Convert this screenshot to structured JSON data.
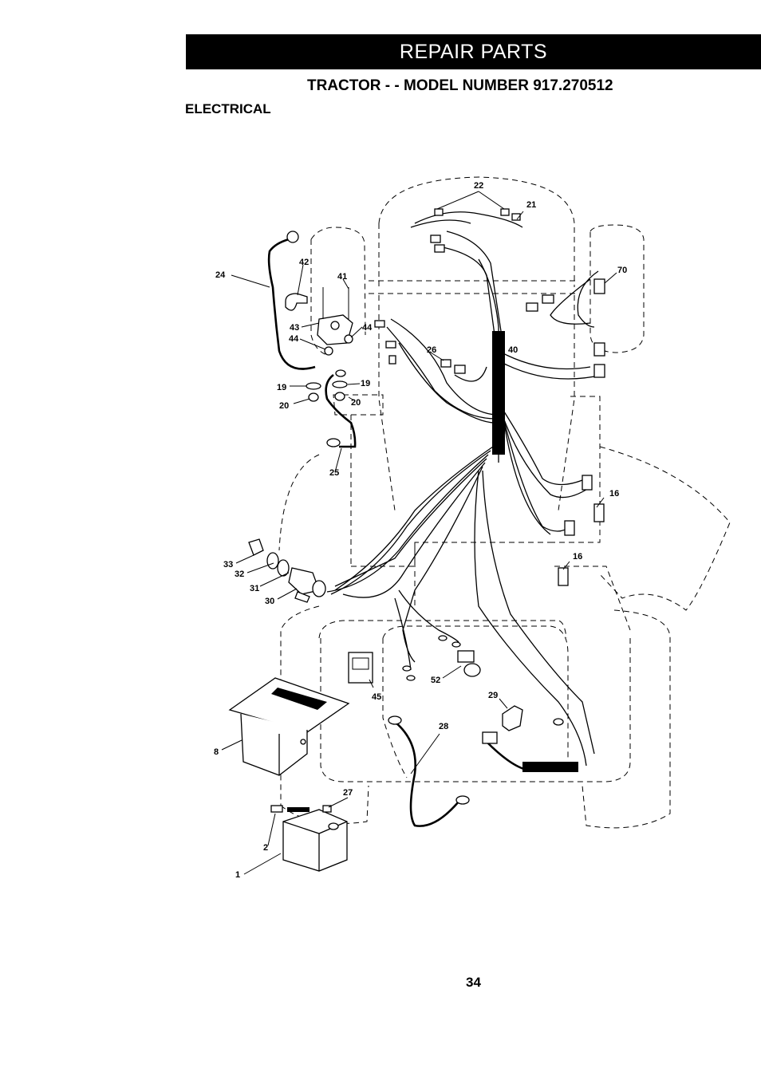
{
  "header": {
    "banner": "REPAIR PARTS",
    "title": "TRACTOR - - MODEL NUMBER 917.270512",
    "section": "ELECTRICAL"
  },
  "footer": {
    "page_number": "34"
  },
  "callouts": {
    "c1": "1",
    "c2": "2",
    "c8": "8",
    "c16a": "16",
    "c16b": "16",
    "c19a": "19",
    "c19b": "19",
    "c20a": "20",
    "c20b": "20",
    "c21": "21",
    "c22": "22",
    "c24": "24",
    "c25": "25",
    "c26": "26",
    "c27": "27",
    "c28": "28",
    "c29": "29",
    "c30": "30",
    "c31": "31",
    "c32": "32",
    "c33": "33",
    "c40": "40",
    "c41": "41",
    "c42": "42",
    "c43": "43",
    "c44a": "44",
    "c44b": "44",
    "c45": "45",
    "c52": "52",
    "c70": "70"
  }
}
